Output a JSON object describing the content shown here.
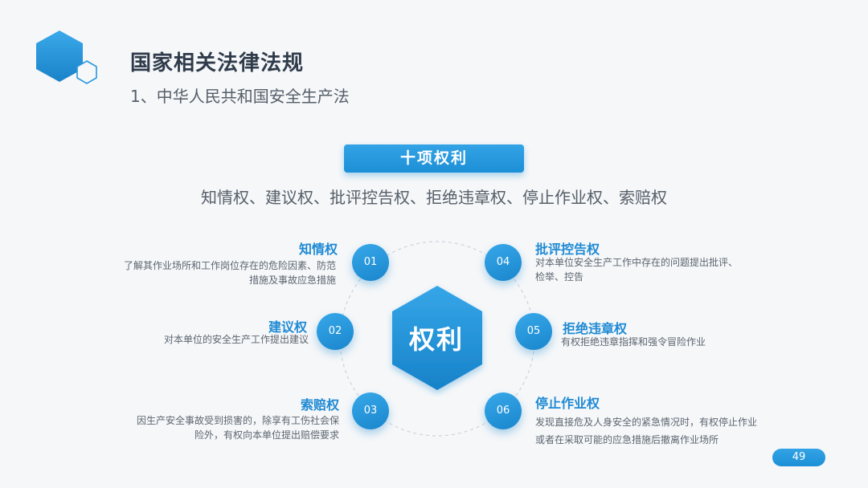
{
  "header": {
    "title": "国家相关法律法规",
    "subtitle": "1、中华人民共和国安全生产法"
  },
  "banner": {
    "label": "十项权利"
  },
  "rights_summary": "知情权、建议权、批评控告权、拒绝违章权、停止作业权、索赔权",
  "hub": {
    "label": "权利"
  },
  "items": [
    {
      "num": "01",
      "title": "知情权",
      "desc": "了解其作业场所和工作岗位存在的危险因素、防范措施及事故应急措施"
    },
    {
      "num": "02",
      "title": "建议权",
      "desc": "对本单位的安全生产工作提出建议"
    },
    {
      "num": "03",
      "title": "索赔权",
      "desc": "因生产安全事故受到损害的，除享有工伤社会保险外，有权向本单位提出赔偿要求"
    },
    {
      "num": "04",
      "title": "批评控告权",
      "desc": "对本单位安全生产工作中存在的问题提出批评、检举、控告"
    },
    {
      "num": "05",
      "title": "拒绝违章权",
      "desc": "有权拒绝违章指挥和强令冒险作业"
    },
    {
      "num": "06",
      "title": "停止作业权",
      "desc": "发现直接危及人身安全的紧急情况时，有权停止作业或者在采取可能的应急措施后撤离作业场所"
    }
  ],
  "page_number": "49",
  "colors": {
    "accent": "#1f8ad3",
    "title": "#2f3b4a",
    "text": "#555e68"
  }
}
